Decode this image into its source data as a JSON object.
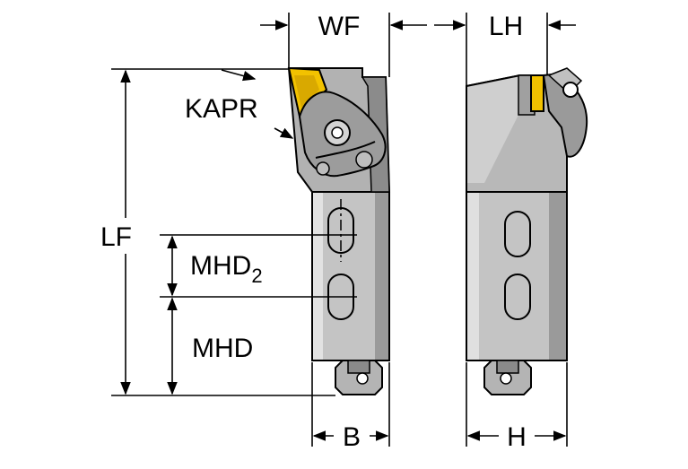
{
  "labels": {
    "wf": "WF",
    "lh": "LH",
    "kapr": "KAPR",
    "lf": "LF",
    "mhd2_base": "MHD",
    "mhd2_sub": "2",
    "mhd": "MHD",
    "b": "B",
    "h": "H"
  },
  "colors": {
    "body_light": "#c7c7c7",
    "body_mid": "#a9a9a9",
    "body_dark": "#7f7f7f",
    "outline": "#000000",
    "insert": "#f2c200",
    "insert_edge": "#b08a00"
  }
}
